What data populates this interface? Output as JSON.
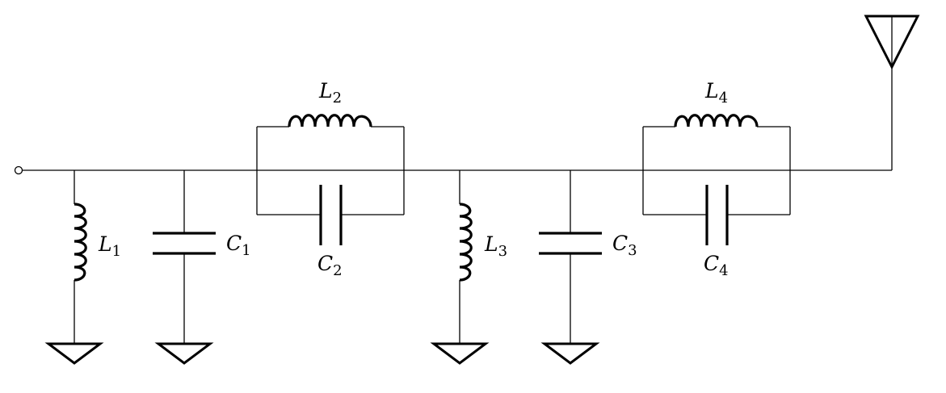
{
  "components": {
    "L1": {
      "letter": "L",
      "index": "1"
    },
    "C1": {
      "letter": "C",
      "index": "1"
    },
    "L2": {
      "letter": "L",
      "index": "2"
    },
    "C2": {
      "letter": "C",
      "index": "2"
    },
    "L3": {
      "letter": "L",
      "index": "3"
    },
    "C3": {
      "letter": "C",
      "index": "3"
    },
    "L4": {
      "letter": "L",
      "index": "4"
    },
    "C4": {
      "letter": "C",
      "index": "4"
    }
  },
  "symbols": {
    "input": "input-terminal-icon",
    "ground": "ground-icon",
    "antenna": "antenna-icon"
  }
}
